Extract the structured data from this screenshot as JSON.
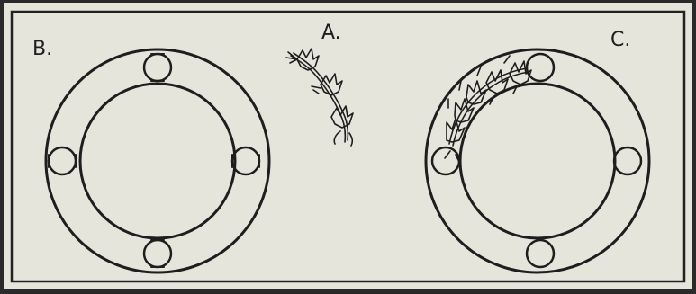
{
  "labels": {
    "a": "A.",
    "b": "B.",
    "c": "C."
  },
  "colors": {
    "paper": "#e6e5dc",
    "ink": "#1e1e1e",
    "frame_outer": "#2a2a2a"
  },
  "figures": {
    "a": {
      "description_key": "flower-sprig-motif"
    },
    "b": {
      "ring_count": 2,
      "small_circle_count": 4
    },
    "c": {
      "ring_count": 2,
      "small_circle_count": 4,
      "motif_count": 6
    }
  }
}
